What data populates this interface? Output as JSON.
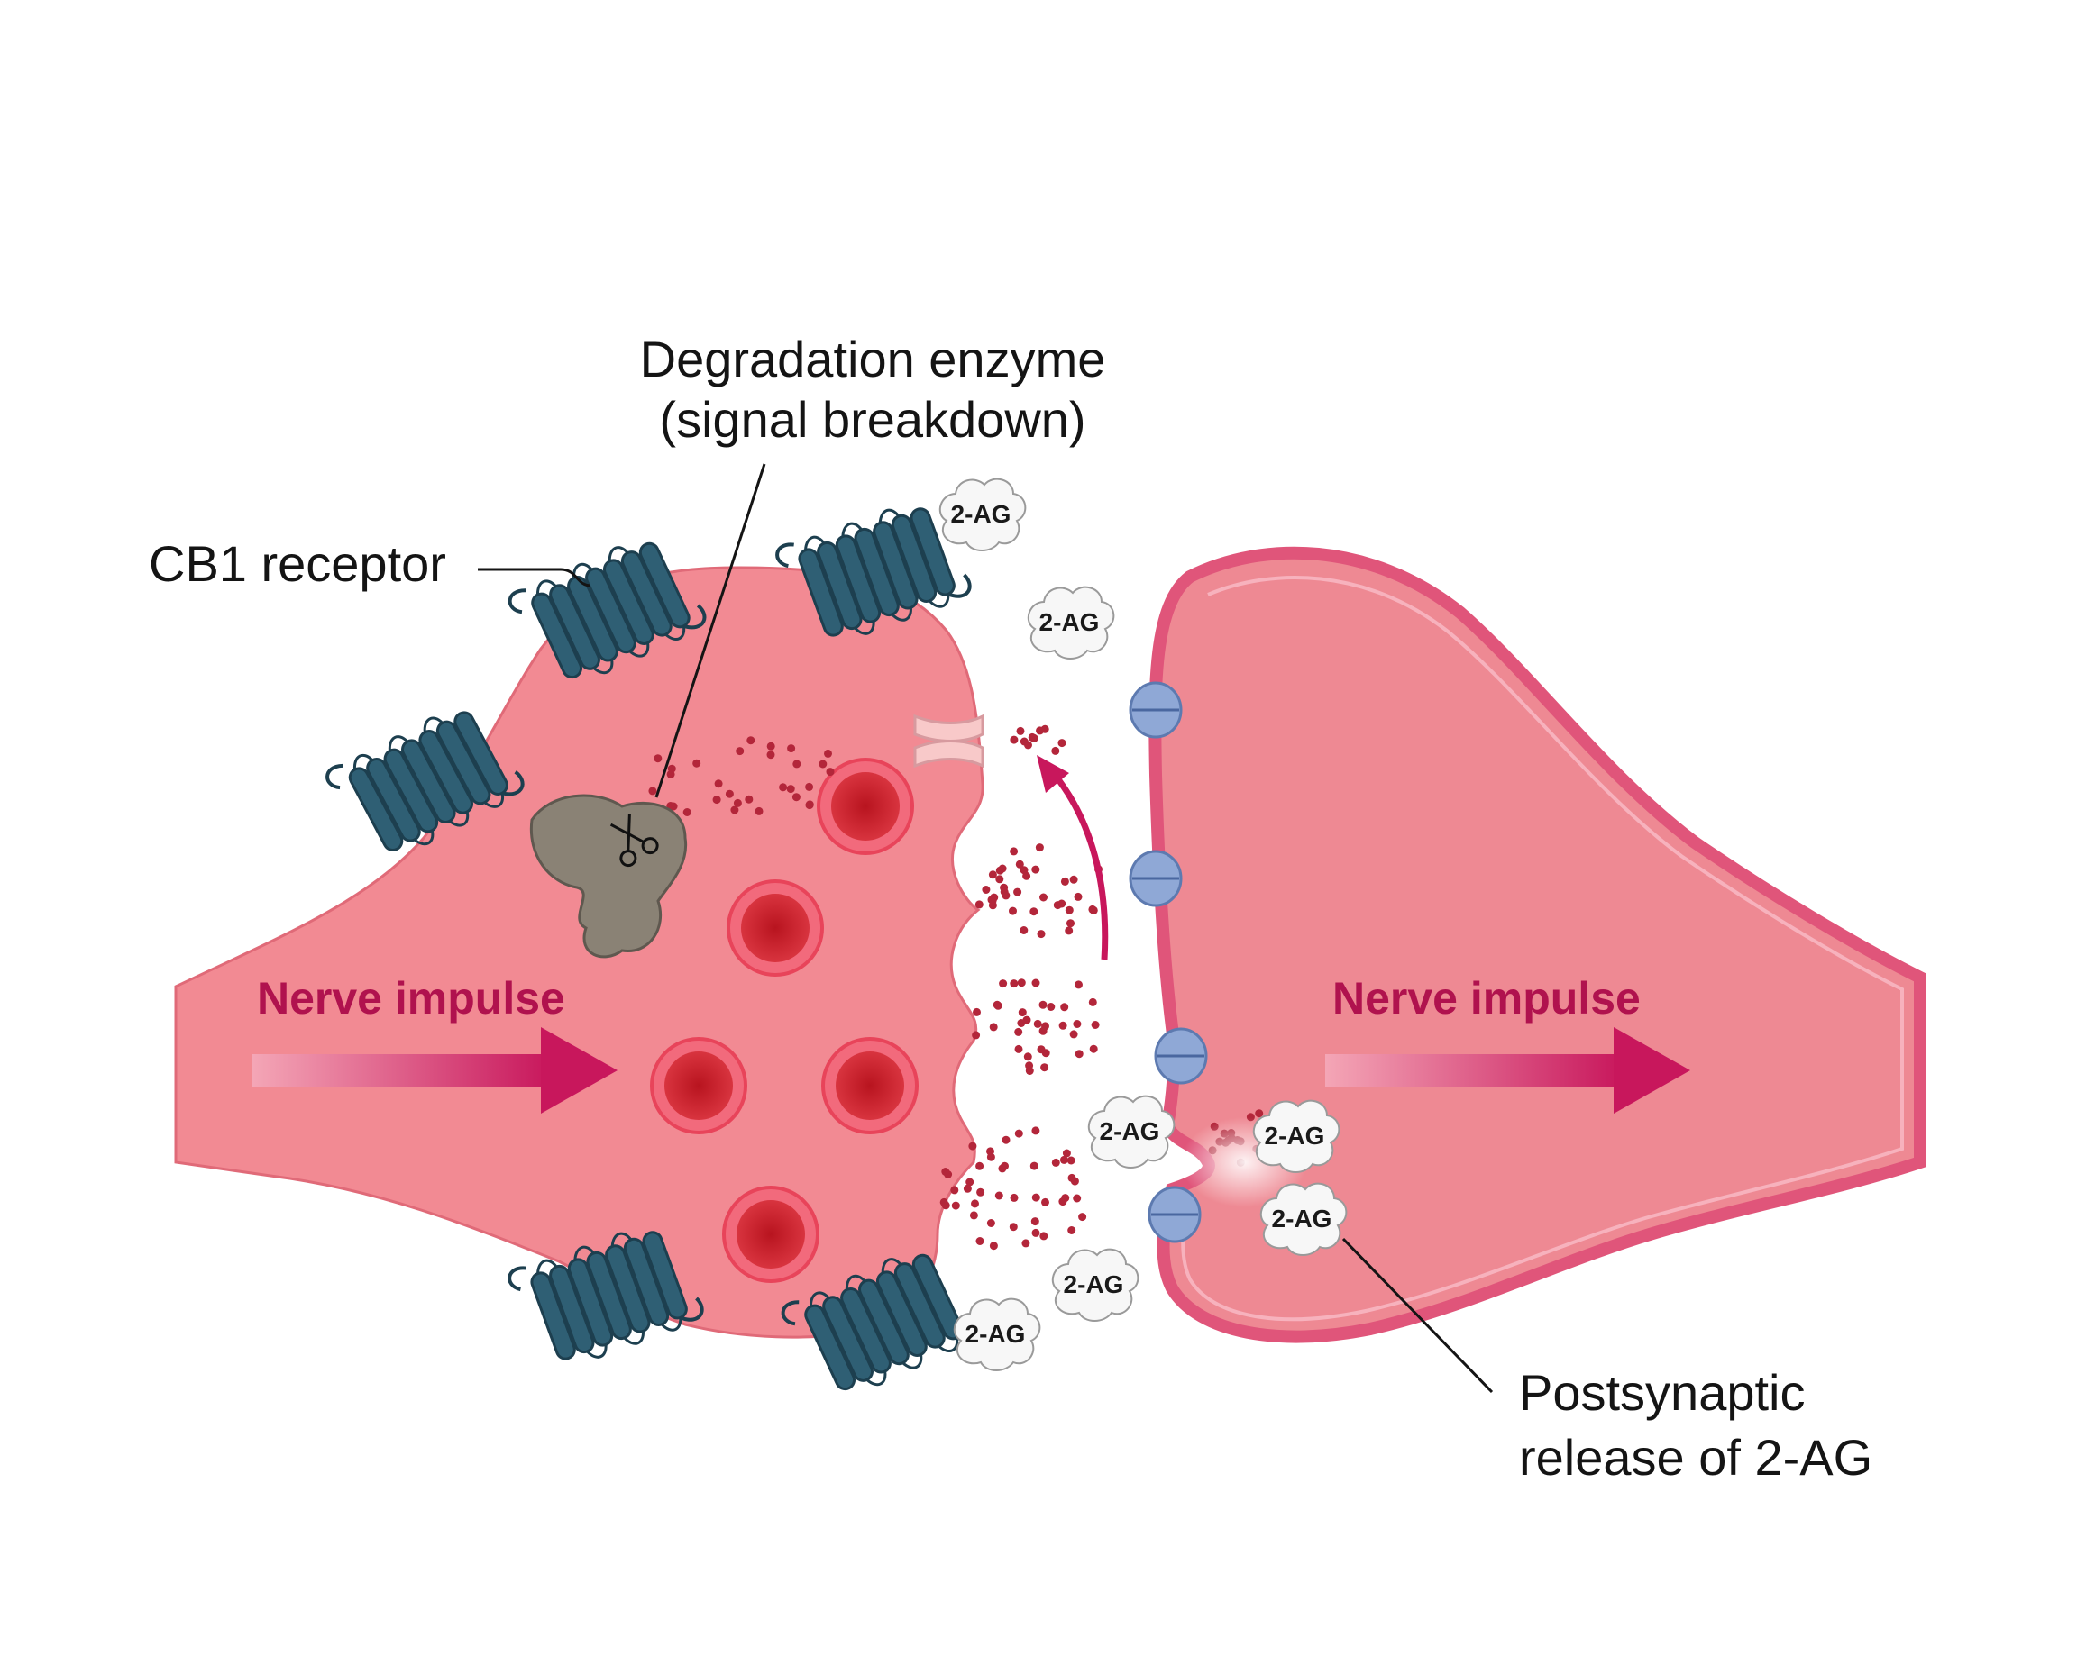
{
  "labels": {
    "enzyme_line1": "Degradation enzyme",
    "enzyme_line2": "(signal breakdown)",
    "cb1": "CB1 receptor",
    "postsyn_line1": "Postsynaptic",
    "postsyn_line2": "release of 2-AG",
    "impulse_left": "Nerve impulse",
    "impulse_right": "Nerve impulse",
    "molecule": "2-AG"
  },
  "colors": {
    "presynaptic_fill": "#f28a93",
    "postsynaptic_fill": "#ee8993",
    "membrane": "#e0557a",
    "vesicle": "#c8202c",
    "receptor": "#2f5f74",
    "enzyme": "#8a8275",
    "channel": "#8fa8d6",
    "arrow": "#c8175c"
  },
  "icons": {
    "enzyme_tool": "scissors-icon"
  }
}
